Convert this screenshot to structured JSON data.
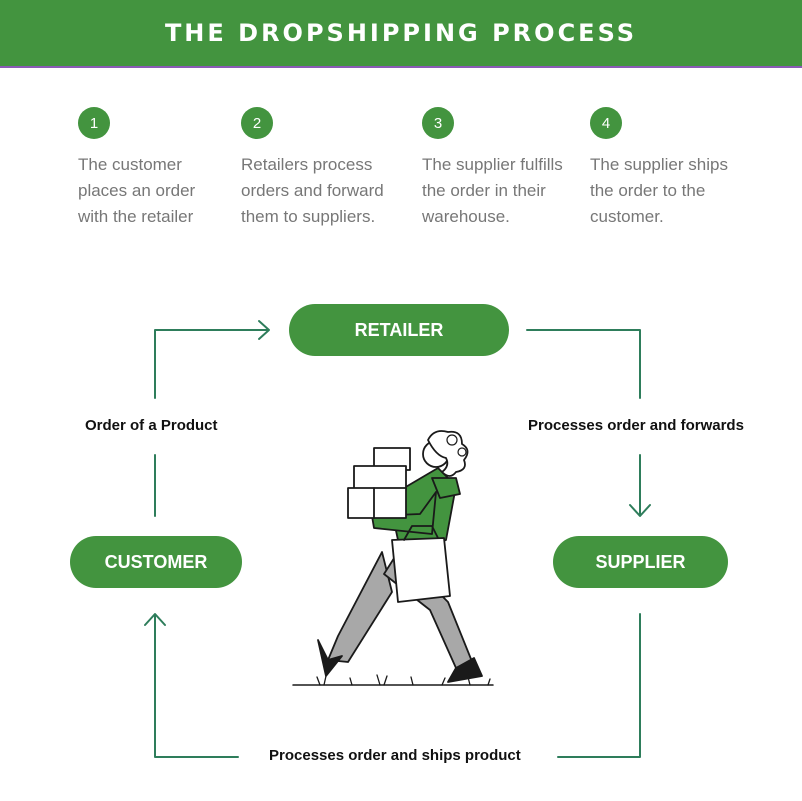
{
  "title": "THE DROPSHIPPING PROCESS",
  "steps": [
    {
      "number": "1",
      "text": "The customer places an order with the retailer"
    },
    {
      "number": "2",
      "text": "Retailers process orders and forward them to suppliers."
    },
    {
      "number": "3",
      "text": "The supplier fulfills the order in their warehouse."
    },
    {
      "number": "4",
      "text": "The supplier ships the order to the customer."
    }
  ],
  "nodes": {
    "retailer": "RETAILER",
    "customer": "CUSTOMER",
    "supplier": "SUPPLIER"
  },
  "edges": {
    "customer_to_retailer": "Order of a Product",
    "retailer_to_supplier": "Processes order and forwards",
    "supplier_to_customer": "Processes order and ships product"
  },
  "colors": {
    "accent": "#43943f",
    "line": "#2e7d5b",
    "banner_border": "#8a5ab5",
    "step_text": "#777777"
  },
  "illustration": "woman-carrying-boxes"
}
